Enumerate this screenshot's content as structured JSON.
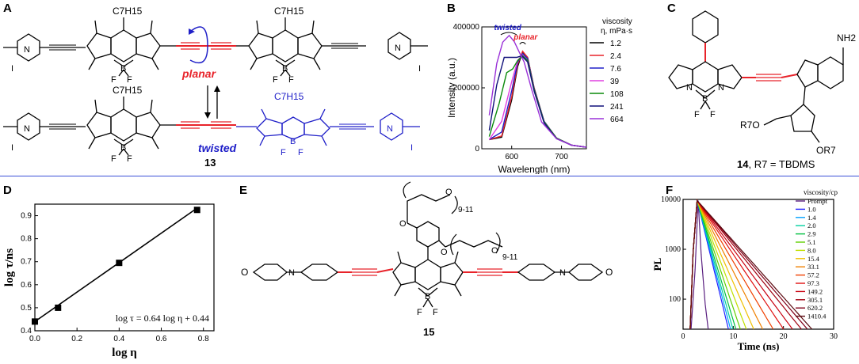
{
  "panels": {
    "A": {
      "label": "A",
      "c7h15": "C7H15",
      "boron": "B",
      "fluorine": "F",
      "nitrogen": "N",
      "iodide": "I",
      "planar": "planar",
      "twisted": "twisted",
      "compound": "13",
      "colors": {
        "planar": "#e8232a",
        "twisted": "#1d1dc8"
      }
    },
    "B": {
      "label": "B"
    },
    "C": {
      "label": "C",
      "nh2": "NH2",
      "r7o": "R7O",
      "or7": "OR7",
      "compound": "14",
      "caption_rest": ", R7 = TBDMS"
    },
    "D": {
      "label": "D"
    },
    "E": {
      "label": "E",
      "compound": "15",
      "repeat": "9-11"
    },
    "F": {
      "label": "F"
    }
  },
  "chart_data": [
    {
      "id": "B",
      "type": "line",
      "xlabel": "Wavelength (nm)",
      "ylabel": "Intensity (a.u.)",
      "xlim": [
        540,
        750
      ],
      "ylim": [
        0,
        400000
      ],
      "xticks": [
        600,
        700
      ],
      "yticks": [
        0,
        200000,
        400000
      ],
      "legend_title": "viscosity\nη, mPa·s",
      "legend_placement": "right",
      "annotations": [
        "twisted",
        "planar"
      ],
      "series": [
        {
          "name": "1.2",
          "color": "#000000",
          "x": [
            555,
            580,
            600,
            612,
            622,
            632,
            645,
            665,
            690,
            720,
            750
          ],
          "y": [
            30000,
            38000,
            160000,
            270000,
            318000,
            300000,
            200000,
            90000,
            35000,
            12000,
            5000
          ]
        },
        {
          "name": "2.4",
          "color": "#e8232a",
          "x": [
            555,
            580,
            600,
            612,
            622,
            632,
            645,
            665,
            690,
            720,
            750
          ],
          "y": [
            30000,
            42000,
            170000,
            278000,
            320000,
            300000,
            200000,
            90000,
            35000,
            12000,
            5000
          ]
        },
        {
          "name": "7.6",
          "color": "#2020c8",
          "x": [
            555,
            580,
            600,
            612,
            622,
            632,
            645,
            665,
            690,
            720,
            750
          ],
          "y": [
            30000,
            55000,
            190000,
            285000,
            312000,
            296000,
            198000,
            90000,
            35000,
            12000,
            5000
          ]
        },
        {
          "name": "39",
          "color": "#e040e0",
          "x": [
            555,
            580,
            600,
            612,
            622,
            632,
            645,
            665,
            690,
            720,
            750
          ],
          "y": [
            30000,
            90000,
            220000,
            290000,
            308000,
            290000,
            195000,
            88000,
            35000,
            12000,
            5000
          ]
        },
        {
          "name": "108",
          "color": "#0a8a0a",
          "x": [
            555,
            575,
            590,
            602,
            612,
            622,
            632,
            645,
            665,
            690,
            720,
            750
          ],
          "y": [
            40000,
            150000,
            250000,
            262000,
            290000,
            305000,
            290000,
            195000,
            88000,
            35000,
            12000,
            5000
          ]
        },
        {
          "name": "241",
          "color": "#10107a",
          "x": [
            555,
            570,
            585,
            598,
            610,
            620,
            632,
            645,
            665,
            690,
            720,
            750
          ],
          "y": [
            60000,
            210000,
            300000,
            300000,
            300000,
            305000,
            285000,
            190000,
            85000,
            33000,
            12000,
            5000
          ]
        },
        {
          "name": "664",
          "color": "#9a30d8",
          "x": [
            555,
            570,
            582,
            595,
            605,
            615,
            625,
            640,
            660,
            690,
            720,
            750
          ],
          "y": [
            110000,
            280000,
            350000,
            372000,
            352000,
            318000,
            285000,
            195000,
            88000,
            33000,
            12000,
            5000
          ]
        }
      ]
    },
    {
      "id": "D",
      "type": "scatter",
      "xlabel": "log η",
      "ylabel": "log τ/ns",
      "xlim": [
        0,
        0.85
      ],
      "ylim": [
        0.4,
        0.95
      ],
      "xticks": [
        0.0,
        0.2,
        0.4,
        0.6,
        0.8
      ],
      "yticks": [
        0.4,
        0.5,
        0.6,
        0.7,
        0.8,
        0.9
      ],
      "equation": "log τ = 0.64 log η + 0.44",
      "series": [
        {
          "name": "",
          "x": [
            0.0,
            0.11,
            0.4,
            0.77
          ],
          "y": [
            0.44,
            0.5,
            0.695,
            0.925
          ]
        }
      ],
      "fit": {
        "slope": 0.64,
        "intercept": 0.44
      }
    },
    {
      "id": "F",
      "type": "line",
      "xlabel": "Time (ns)",
      "ylabel": "PL",
      "xlim": [
        0,
        30
      ],
      "ylim_log": [
        25,
        10000
      ],
      "yscale": "log",
      "xticks": [
        0,
        10,
        20,
        30
      ],
      "yticks": [
        100,
        1000,
        10000
      ],
      "legend_title": "viscosity/cp",
      "legend_placement": "right",
      "series": [
        {
          "name": "Prompt",
          "color": "#5a2080",
          "tau": 0
        },
        {
          "name": "1.0",
          "color": "#2020ff",
          "tau": 1.05
        },
        {
          "name": "1.4",
          "color": "#00a0ff",
          "tau": 1.12
        },
        {
          "name": "2.0",
          "color": "#00d0a0",
          "tau": 1.2
        },
        {
          "name": "2.9",
          "color": "#00c040",
          "tau": 1.3
        },
        {
          "name": "5.1",
          "color": "#60d000",
          "tau": 1.45
        },
        {
          "name": "8.0",
          "color": "#c0e000",
          "tau": 1.65
        },
        {
          "name": "15.4",
          "color": "#f0c000",
          "tau": 1.9
        },
        {
          "name": "33.1",
          "color": "#f08000",
          "tau": 2.2
        },
        {
          "name": "57.2",
          "color": "#f04000",
          "tau": 2.55
        },
        {
          "name": "97.3",
          "color": "#e01010",
          "tau": 2.9
        },
        {
          "name": "149.2",
          "color": "#c80010",
          "tau": 3.2
        },
        {
          "name": "305.1",
          "color": "#a00010",
          "tau": 3.5
        },
        {
          "name": "620.2",
          "color": "#800018",
          "tau": 3.7
        },
        {
          "name": "1410.4",
          "color": "#5a0a10",
          "tau": 3.85
        }
      ]
    }
  ]
}
